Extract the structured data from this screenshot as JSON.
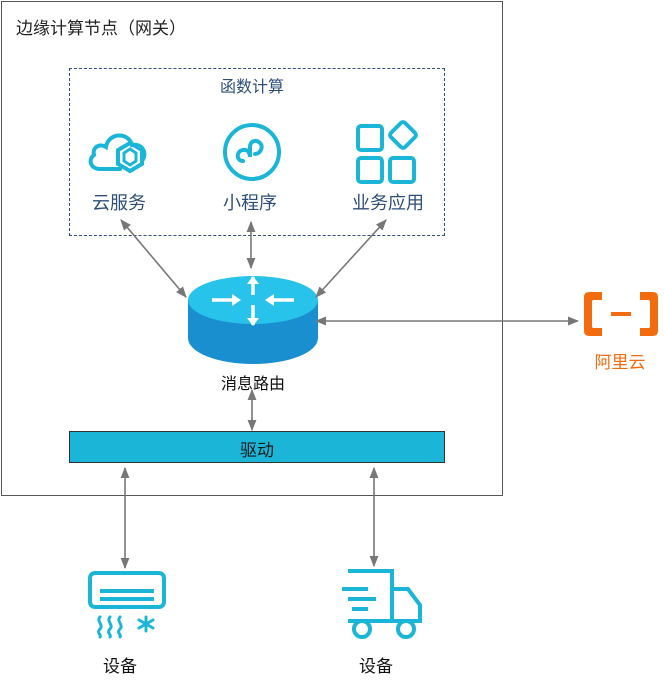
{
  "edge_node": {
    "title": "边缘计算节点（网关）"
  },
  "function_compute": {
    "title": "函数计算",
    "items": [
      {
        "label": "云服务",
        "icon": "cloud-service-icon"
      },
      {
        "label": "小程序",
        "icon": "mini-program-icon"
      },
      {
        "label": "业务应用",
        "icon": "business-app-icon"
      }
    ]
  },
  "router": {
    "label": "消息路由",
    "icon": "router-icon"
  },
  "driver": {
    "label": "驱动"
  },
  "cloud": {
    "label": "阿里云",
    "icon": "aliyun-logo-icon",
    "color": "#f26b0f"
  },
  "devices": [
    {
      "label": "设备",
      "icon": "air-conditioner-icon"
    },
    {
      "label": "设备",
      "icon": "delivery-truck-icon"
    }
  ],
  "colors": {
    "icon_blue": "#1bb5d8",
    "text_blue": "#2e4f7a",
    "arrow_gray": "#777777"
  }
}
